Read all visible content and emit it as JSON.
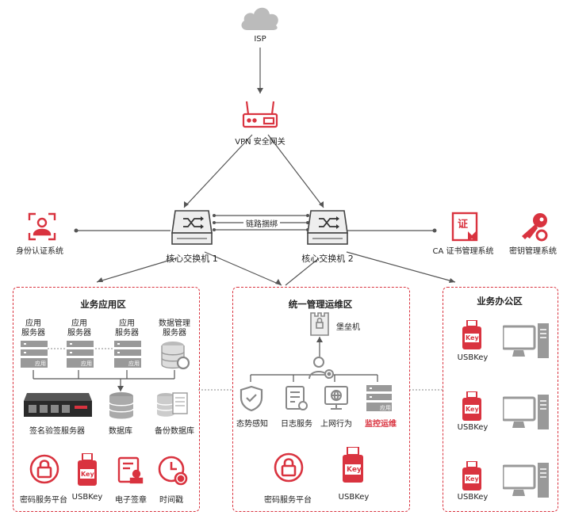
{
  "isp": "ISP",
  "vpn_gateway": "VPN 安全网关",
  "link_bonding": "链路捆绑",
  "core_switch_1": "核心交换机 1",
  "core_switch_2": "核心交换机 2",
  "identity_auth": "身份认证系统",
  "ca_system": "CA 证书管理系统",
  "ca_icon_text": "证",
  "key_mgmt": "密钥管理系统",
  "zones": {
    "app": {
      "title": "业务应用区",
      "servers": [
        "应用\n服务器",
        "应用\n服务器",
        "应用\n服务器",
        "数据管理\n服务器"
      ],
      "server_tag": "应用",
      "signing_server": "签名验签服务器",
      "database": "数据库",
      "backup_db": "备份数据库",
      "crypto_platform": "密码服务平台",
      "usbkey": "USBKey",
      "usbkey_icon": "Key",
      "e_seal": "电子签章",
      "timestamp": "时间戳"
    },
    "ops": {
      "title": "统一管理运维区",
      "bastion": "堡垒机",
      "situation": "态势感知",
      "log_service": "日志服务",
      "online_behavior": "上网行为",
      "monitor_ops": "监控运维",
      "server_tag": "应用",
      "crypto_platform": "密码服务平台",
      "usbkey": "USBKey",
      "usbkey_icon": "Key"
    },
    "office": {
      "title": "业务办公区",
      "usbkey": "USBKey",
      "usbkey_icon": "Key"
    }
  },
  "colors": {
    "accent": "#d9333f",
    "line": "#555555",
    "icon_gray": "#8a8a8a"
  }
}
